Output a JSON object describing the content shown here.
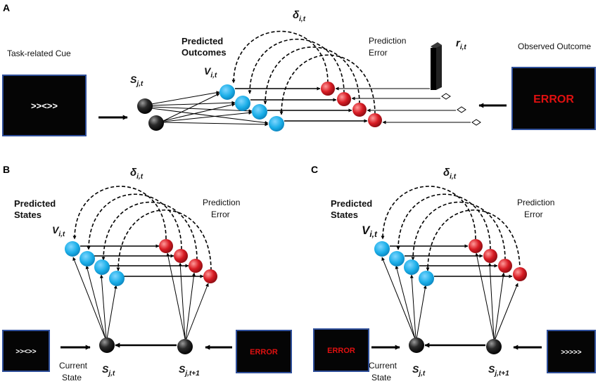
{
  "panels": {
    "A": {
      "letter": "A",
      "cue_label": "Task-related Cue",
      "cue_screen": ">><>>",
      "state_var": "S",
      "state_sub": "j,t",
      "predicted_label_1": "Predicted",
      "predicted_label_2": "Outcomes",
      "value_var": "V",
      "value_sub": "i,t",
      "delta_var": "δ",
      "delta_sub": "i,t",
      "pe_label_1": "Prediction",
      "pe_label_2": "Error",
      "reward_var": "r",
      "reward_sub": "i,t",
      "observed_label": "Observed Outcome",
      "outcome_screen": "ERROR"
    },
    "B": {
      "letter": "B",
      "predicted_label_1": "Predicted",
      "predicted_label_2": "States",
      "value_var": "V",
      "value_sub": "i,t",
      "delta_var": "δ",
      "delta_sub": "i,t",
      "pe_label_1": "Prediction",
      "pe_label_2": "Error",
      "left_screen": ">><>>",
      "right_screen": "ERROR",
      "current_label_1": "Current",
      "current_label_2": "State",
      "state_var": "S",
      "state_sub": "j,t",
      "next_var": "S",
      "next_sub": "j,t+1"
    },
    "C": {
      "letter": "C",
      "predicted_label_1": "Predicted",
      "predicted_label_2": "States",
      "value_var": "V",
      "value_sub": "i,t",
      "delta_var": "δ",
      "delta_sub": "i,t",
      "pe_label_1": "Prediction",
      "pe_label_2": "Error",
      "left_screen": "ERROR",
      "right_screen": ">>>>>",
      "current_label_1": "Current",
      "current_label_2": "State",
      "state_var": "S",
      "state_sub": "j,t",
      "next_var": "S",
      "next_sub": "j,t+1"
    }
  },
  "colors": {
    "blue_node": "#1aaee8",
    "red_node": "#d81c24",
    "black_node": "#1a1a1a",
    "screen_bg": "#050505",
    "screen_border": "#2f4f9a",
    "error_text": "#e01010"
  }
}
